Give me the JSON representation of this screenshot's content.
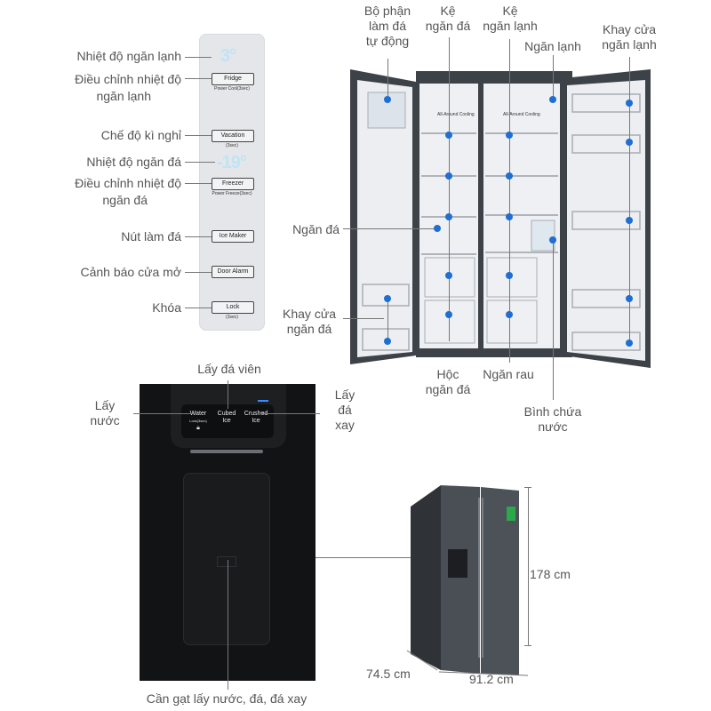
{
  "top_labels": {
    "ice_maker_unit": [
      "Bộ phận",
      "làm đá",
      "tự động"
    ],
    "freezer_shelf": [
      "Kệ",
      "ngăn đá"
    ],
    "fridge_shelf": [
      "Kệ",
      "ngăn lạnh"
    ],
    "fridge_compartment": "Ngăn lạnh",
    "fridge_door_tray": [
      "Khay cửa",
      "ngăn lạnh"
    ]
  },
  "side_labels": {
    "freezer_compartment": "Ngăn đá",
    "freezer_door_tray": [
      "Khay cửa",
      "ngăn đá"
    ],
    "crisper_box": [
      "Hộc",
      "ngăn đá"
    ],
    "vegetable_drawer": "Ngăn rau",
    "water_tank": [
      "Bình chứa",
      "nước"
    ]
  },
  "panel_labels": {
    "fridge_temp": "Nhiệt độ ngăn lạnh",
    "fridge_adjust": [
      "Điều chỉnh nhiệt độ",
      "ngăn lạnh"
    ],
    "vacation_mode": "Chế độ kì nghỉ",
    "freezer_temp": "Nhiệt độ ngăn đá",
    "freezer_adjust": [
      "Điều chỉnh nhiệt độ",
      "ngăn đá"
    ],
    "ice_maker_button": "Nút làm đá",
    "door_alarm": "Cảnh báo cửa mở",
    "lock": "Khóa"
  },
  "panel": {
    "fridge_temp_display": "3°",
    "freezer_temp_display": "-19°",
    "fridge_btn": "Fridge",
    "fridge_sub": "Power Cool(3sec)",
    "vacation_btn": "Vacation",
    "vacation_sub": "(3sec)",
    "freezer_btn": "Freezer",
    "freezer_sub": "Power Freeze(3sec)",
    "icemaker_btn": "Ice Maker",
    "dooralarm_btn": "Door Alarm",
    "lock_btn": "Lock",
    "lock_sub": "(3sec)"
  },
  "fridge_interior": {
    "shelf_text_left": "All-Around Cooling",
    "shelf_text_right": "All-Around Cooling"
  },
  "dispenser_labels": {
    "ice_cubes": "Lấy đá viên",
    "water": [
      "Lấy",
      "nước"
    ],
    "crushed_ice": [
      "Lấy",
      "đá",
      "xay"
    ],
    "lever": "Cần gạt lấy nước, đá, đá xay"
  },
  "dispenser_screen": {
    "water": "Water",
    "water_sub": "Lock(3sec)",
    "cubed": [
      "Cubed",
      "Ice"
    ],
    "crushed": [
      "Crushed",
      "Ice"
    ]
  },
  "dimensions": {
    "height": "178 cm",
    "depth": "74.5 cm",
    "width": "91.2 cm"
  },
  "colors": {
    "marker": "#1e6fd1",
    "fridge_body": "#3d4148",
    "fridge_interior": "#eef0f3"
  }
}
